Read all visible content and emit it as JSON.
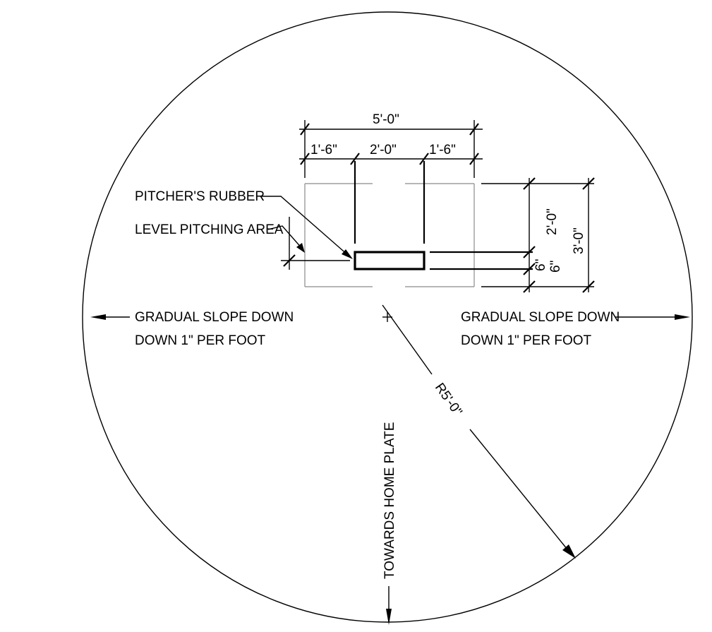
{
  "labels": {
    "dim_overall_width": "5'-0\"",
    "dim_left": "1'-6\"",
    "dim_center": "2'-0\"",
    "dim_right": "1'-6\"",
    "pitchers_rubber": "PITCHER'S RUBBER",
    "level_pitching_area": "LEVEL PITCHING AREA",
    "dim_2ft": "2'-0\"",
    "dim_3ft": "3'-0\"",
    "dim_6in_a": "6\"",
    "dim_6in_b": "6\"",
    "slope_left_line1": "GRADUAL SLOPE DOWN",
    "slope_left_line2": "DOWN 1\" PER FOOT",
    "slope_right_line1": "GRADUAL SLOPE DOWN",
    "slope_right_line2": "DOWN 1\" PER FOOT",
    "radius": "R5'-0\"",
    "towards_home_plate": "TOWARDS HOME PLATE"
  }
}
